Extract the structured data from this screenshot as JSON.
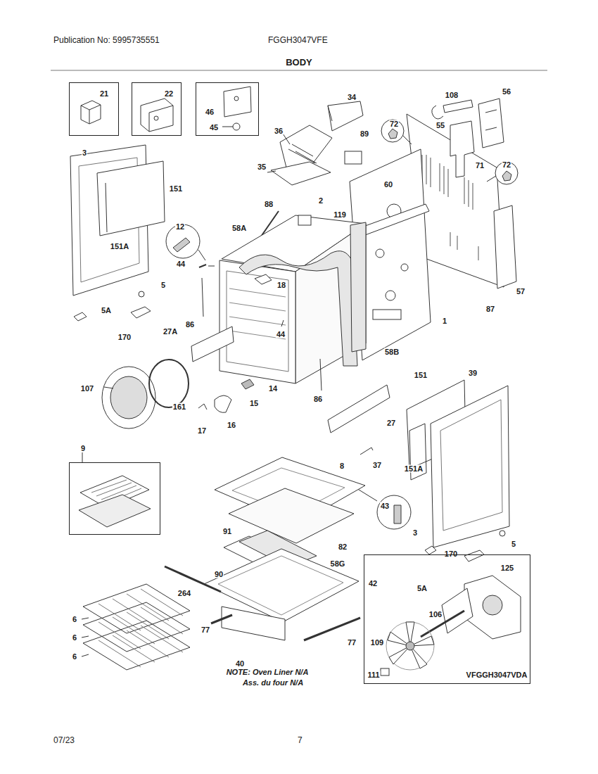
{
  "diagram": {
    "title": "BODY",
    "nodes": [
      {
        "text": [
          "21"
        ]
      },
      {
        "text": [
          "22"
        ]
      },
      {
        "text": [
          "46",
          "45"
        ]
      },
      {
        "text": [
          "9"
        ]
      },
      {
        "text": [
          "125",
          "106",
          "109",
          "111",
          "VFGGH3047VDA"
        ]
      }
    ],
    "labels": [
      "Publication No: 5995735551",
      "FGGH3047VFE",
      "07/23",
      "7",
      "NOTE: Oven Liner N/A",
      "Ass. du four N/A",
      "3",
      "151",
      "151A",
      "12",
      "44",
      "58A",
      "88",
      "35",
      "36",
      "34",
      "89",
      "2",
      "119",
      "60",
      "72",
      "108",
      "56",
      "55",
      "71",
      "72",
      "57",
      "5",
      "5A",
      "18",
      "86",
      "44",
      "170",
      "27A",
      "1",
      "87",
      "58B",
      "39",
      "107",
      "161",
      "14",
      "15",
      "16",
      "17",
      "86",
      "151",
      "27",
      "37",
      "151A",
      "8",
      "43",
      "91",
      "82",
      "58G",
      "90",
      "42",
      "264",
      "6",
      "6",
      "6",
      "77",
      "40",
      "77",
      "3",
      "5",
      "170",
      "5A"
    ]
  }
}
